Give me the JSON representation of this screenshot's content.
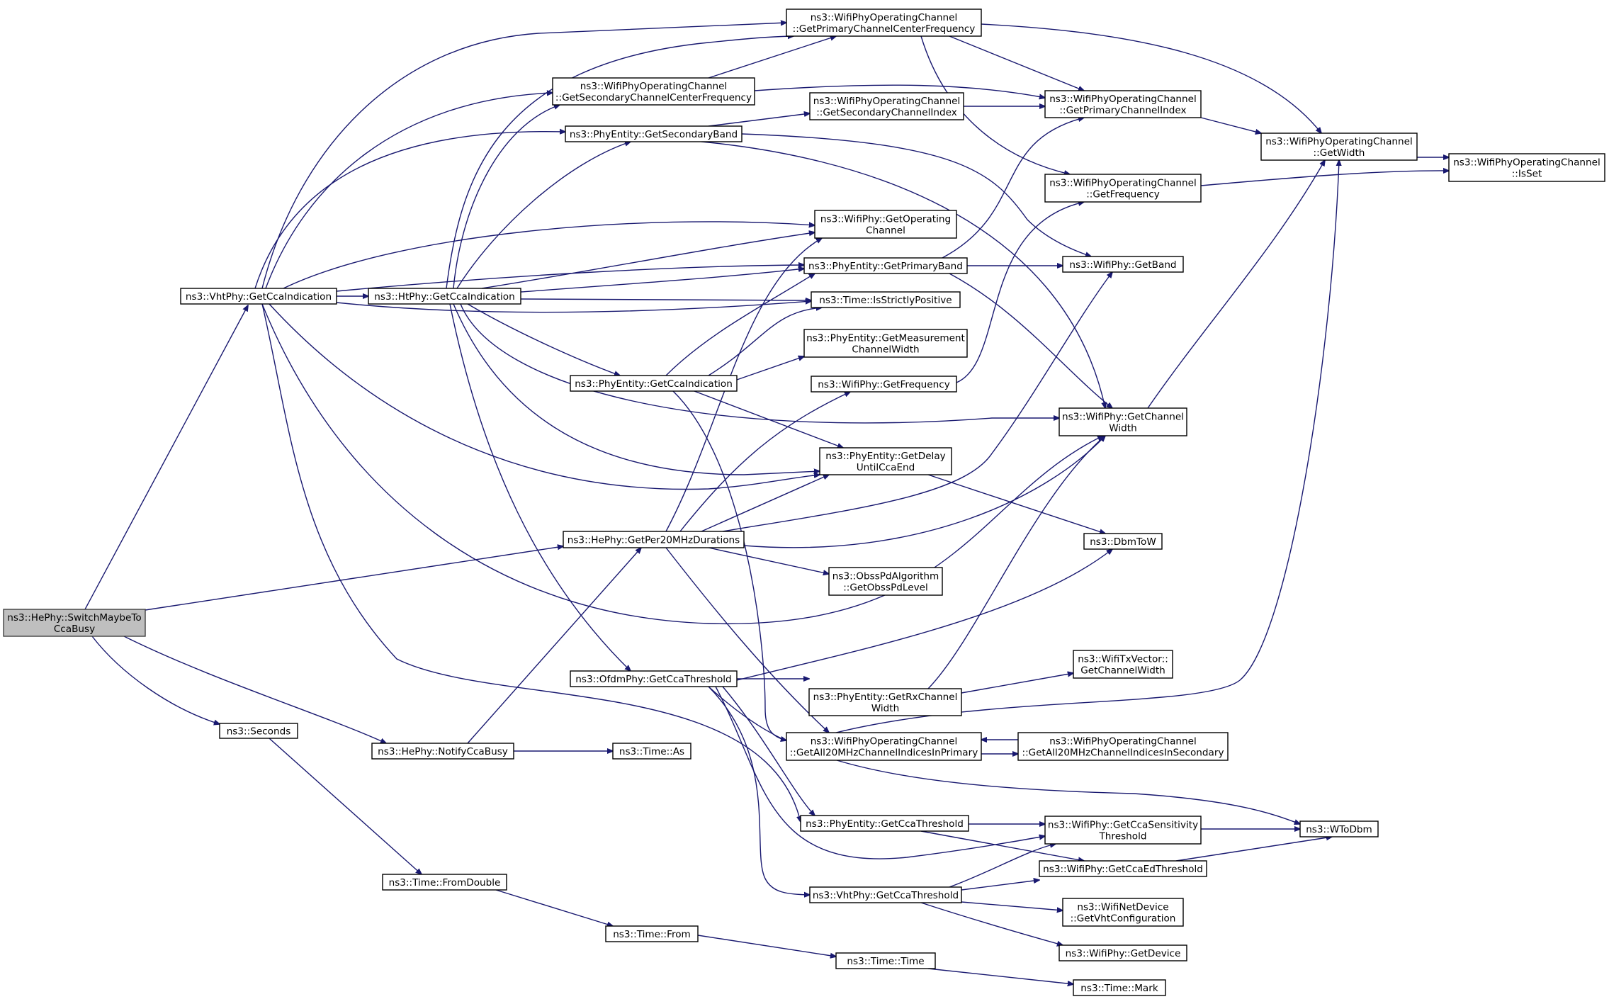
{
  "diagram": {
    "type": "call-graph",
    "root": "switchmaybeto",
    "nodes": [
      {
        "id": "switchmaybeto",
        "lines": [
          "ns3::HePhy::SwitchMaybeTo",
          "CcaBusy"
        ]
      },
      {
        "id": "vhtgetcca",
        "lines": [
          "ns3::VhtPhy::GetCcaIndication"
        ]
      },
      {
        "id": "htgetcca",
        "lines": [
          "ns3::HtPhy::GetCcaIndication"
        ]
      },
      {
        "id": "getper20",
        "lines": [
          "ns3::HePhy::GetPer20MHzDurations"
        ]
      },
      {
        "id": "seconds",
        "lines": [
          "ns3::Seconds"
        ]
      },
      {
        "id": "notifycca",
        "lines": [
          "ns3::HePhy::NotifyCcaBusy"
        ]
      },
      {
        "id": "primcenter",
        "lines": [
          "ns3::WifiPhyOperatingChannel",
          "::GetPrimaryChannelCenterFrequency"
        ]
      },
      {
        "id": "seccenter",
        "lines": [
          "ns3::WifiPhyOperatingChannel",
          "::GetSecondaryChannelCenterFrequency"
        ]
      },
      {
        "id": "secband",
        "lines": [
          "ns3::PhyEntity::GetSecondaryBand"
        ]
      },
      {
        "id": "secidx",
        "lines": [
          "ns3::WifiPhyOperatingChannel",
          "::GetSecondaryChannelIndex"
        ]
      },
      {
        "id": "primidx",
        "lines": [
          "ns3::WifiPhyOperatingChannel",
          "::GetPrimaryChannelIndex"
        ]
      },
      {
        "id": "ocwidth",
        "lines": [
          "ns3::WifiPhyOperatingChannel",
          "::GetWidth"
        ]
      },
      {
        "id": "isset",
        "lines": [
          "ns3::WifiPhyOperatingChannel",
          "::IsSet"
        ]
      },
      {
        "id": "ocfreq",
        "lines": [
          "ns3::WifiPhyOperatingChannel",
          "::GetFrequency"
        ]
      },
      {
        "id": "getopch",
        "lines": [
          "ns3::WifiPhy::GetOperating",
          "Channel"
        ]
      },
      {
        "id": "primband",
        "lines": [
          "ns3::PhyEntity::GetPrimaryBand"
        ]
      },
      {
        "id": "getband",
        "lines": [
          "ns3::WifiPhy::GetBand"
        ]
      },
      {
        "id": "strictpos",
        "lines": [
          "ns3::Time::IsStrictlyPositive"
        ]
      },
      {
        "id": "measwidth",
        "lines": [
          "ns3::PhyEntity::GetMeasurement",
          "ChannelWidth"
        ]
      },
      {
        "id": "pegetcca",
        "lines": [
          "ns3::PhyEntity::GetCcaIndication"
        ]
      },
      {
        "id": "wpfreq",
        "lines": [
          "ns3::WifiPhy::GetFrequency"
        ]
      },
      {
        "id": "chwidth",
        "lines": [
          "ns3::WifiPhy::GetChannel",
          "Width"
        ]
      },
      {
        "id": "delaycca",
        "lines": [
          "ns3::PhyEntity::GetDelay",
          "UntilCcaEnd"
        ]
      },
      {
        "id": "dbmtow",
        "lines": [
          "ns3::DbmToW"
        ]
      },
      {
        "id": "obsspd",
        "lines": [
          "ns3::ObssPdAlgorithm",
          "::GetObssPdLevel"
        ]
      },
      {
        "id": "txvwidth",
        "lines": [
          "ns3::WifiTxVector::",
          "GetChannelWidth"
        ]
      },
      {
        "id": "ofdmthr",
        "lines": [
          "ns3::OfdmPhy::GetCcaThreshold"
        ]
      },
      {
        "id": "rxwidth",
        "lines": [
          "ns3::PhyEntity::GetRxChannel",
          "Width"
        ]
      },
      {
        "id": "all20prim",
        "lines": [
          "ns3::WifiPhyOperatingChannel",
          "::GetAll20MHzChannelIndicesInPrimary"
        ]
      },
      {
        "id": "all20sec",
        "lines": [
          "ns3::WifiPhyOperatingChannel",
          "::GetAll20MHzChannelIndicesInSecondary"
        ]
      },
      {
        "id": "timeas",
        "lines": [
          "ns3::Time::As"
        ]
      },
      {
        "id": "pethr",
        "lines": [
          "ns3::PhyEntity::GetCcaThreshold"
        ]
      },
      {
        "id": "ccasens",
        "lines": [
          "ns3::WifiPhy::GetCcaSensitivity",
          "Threshold"
        ]
      },
      {
        "id": "wtodbm",
        "lines": [
          "ns3::WToDbm"
        ]
      },
      {
        "id": "ccaed",
        "lines": [
          "ns3::WifiPhy::GetCcaEdThreshold"
        ]
      },
      {
        "id": "vhtthr",
        "lines": [
          "ns3::VhtPhy::GetCcaThreshold"
        ]
      },
      {
        "id": "vhtcfg",
        "lines": [
          "ns3::WifiNetDevice",
          "::GetVhtConfiguration"
        ]
      },
      {
        "id": "getdev",
        "lines": [
          "ns3::WifiPhy::GetDevice"
        ]
      },
      {
        "id": "fromdouble",
        "lines": [
          "ns3::Time::FromDouble"
        ]
      },
      {
        "id": "timefrom",
        "lines": [
          "ns3::Time::From"
        ]
      },
      {
        "id": "timetime",
        "lines": [
          "ns3::Time::Time"
        ]
      },
      {
        "id": "timemark",
        "lines": [
          "ns3::Time::Mark"
        ]
      }
    ],
    "edges": [
      [
        "switchmaybeto",
        "vhtgetcca"
      ],
      [
        "switchmaybeto",
        "getper20"
      ],
      [
        "switchmaybeto",
        "seconds"
      ],
      [
        "switchmaybeto",
        "notifycca"
      ],
      [
        "vhtgetcca",
        "primcenter"
      ],
      [
        "vhtgetcca",
        "seccenter"
      ],
      [
        "vhtgetcca",
        "secband"
      ],
      [
        "vhtgetcca",
        "getopch"
      ],
      [
        "vhtgetcca",
        "primband"
      ],
      [
        "vhtgetcca",
        "htgetcca"
      ],
      [
        "vhtgetcca",
        "strictpos"
      ],
      [
        "vhtgetcca",
        "chwidth"
      ],
      [
        "vhtgetcca",
        "delaycca"
      ],
      [
        "vhtgetcca",
        "pethr"
      ],
      [
        "htgetcca",
        "seccenter"
      ],
      [
        "htgetcca",
        "primcenter"
      ],
      [
        "htgetcca",
        "secband"
      ],
      [
        "htgetcca",
        "getopch"
      ],
      [
        "htgetcca",
        "primband"
      ],
      [
        "htgetcca",
        "strictpos"
      ],
      [
        "htgetcca",
        "pegetcca"
      ],
      [
        "htgetcca",
        "chwidth"
      ],
      [
        "htgetcca",
        "delaycca"
      ],
      [
        "htgetcca",
        "ofdmthr"
      ],
      [
        "primcenter",
        "primidx"
      ],
      [
        "primcenter",
        "ocwidth"
      ],
      [
        "primcenter",
        "ocfreq"
      ],
      [
        "seccenter",
        "primcenter"
      ],
      [
        "seccenter",
        "primidx"
      ],
      [
        "secband",
        "secidx"
      ],
      [
        "secband",
        "getband"
      ],
      [
        "secband",
        "chwidth"
      ],
      [
        "secidx",
        "primidx"
      ],
      [
        "primidx",
        "ocwidth"
      ],
      [
        "ocwidth",
        "isset"
      ],
      [
        "ocfreq",
        "isset"
      ],
      [
        "primband",
        "getband"
      ],
      [
        "primband",
        "primidx"
      ],
      [
        "primband",
        "chwidth"
      ],
      [
        "pegetcca",
        "primband"
      ],
      [
        "pegetcca",
        "strictpos"
      ],
      [
        "pegetcca",
        "measwidth"
      ],
      [
        "pegetcca",
        "delaycca"
      ],
      [
        "pegetcca",
        "all20prim"
      ],
      [
        "getper20",
        "getopch"
      ],
      [
        "getper20",
        "wpfreq"
      ],
      [
        "getper20",
        "delaycca"
      ],
      [
        "getper20",
        "getband"
      ],
      [
        "getper20",
        "chwidth"
      ],
      [
        "getper20",
        "obsspd"
      ],
      [
        "getper20",
        "all20prim"
      ],
      [
        "wpfreq",
        "ocfreq"
      ],
      [
        "chwidth",
        "ocwidth"
      ],
      [
        "delaycca",
        "dbmtow"
      ],
      [
        "notifycca",
        "getper20"
      ],
      [
        "notifycca",
        "timeas"
      ],
      [
        "ofdmthr",
        "rxwidth"
      ],
      [
        "ofdmthr",
        "dbmtow"
      ],
      [
        "ofdmthr",
        "pethr"
      ],
      [
        "ofdmthr",
        "ccasens"
      ],
      [
        "ofdmthr",
        "wtodbm"
      ],
      [
        "ofdmthr",
        "vhtthr"
      ],
      [
        "rxwidth",
        "chwidth"
      ],
      [
        "rxwidth",
        "txvwidth"
      ],
      [
        "all20prim",
        "ocwidth"
      ],
      [
        "all20prim",
        "all20sec"
      ],
      [
        "all20sec",
        "all20prim"
      ],
      [
        "pethr",
        "ccasens"
      ],
      [
        "pethr",
        "ccaed"
      ],
      [
        "ccasens",
        "wtodbm"
      ],
      [
        "ccaed",
        "wtodbm"
      ],
      [
        "vhtthr",
        "ccasens"
      ],
      [
        "vhtthr",
        "ccaed"
      ],
      [
        "vhtthr",
        "vhtcfg"
      ],
      [
        "vhtthr",
        "getdev"
      ],
      [
        "seconds",
        "fromdouble"
      ],
      [
        "fromdouble",
        "timefrom"
      ],
      [
        "timefrom",
        "timetime"
      ],
      [
        "timetime",
        "timemark"
      ]
    ]
  }
}
